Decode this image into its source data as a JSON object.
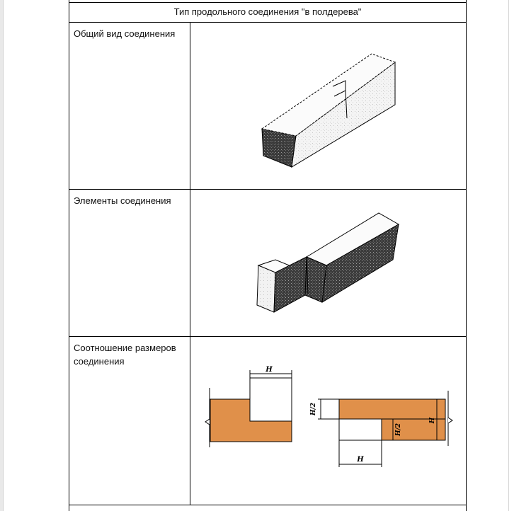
{
  "table": {
    "header": "Тип продольного соединения \"в полдерева\"",
    "rows": [
      {
        "label": "Общий вид соединения"
      },
      {
        "label": "Элементы соединения"
      },
      {
        "label": "Соотношение размеров соединения"
      }
    ]
  },
  "dimensions": {
    "h_left_top": "H",
    "h2_right_left": "H/2",
    "h2_right_inner": "H/2",
    "h_right_side": "H",
    "h_right_bottom": "H"
  },
  "colors": {
    "wood_fill": "#e0904a",
    "border": "#000000"
  }
}
